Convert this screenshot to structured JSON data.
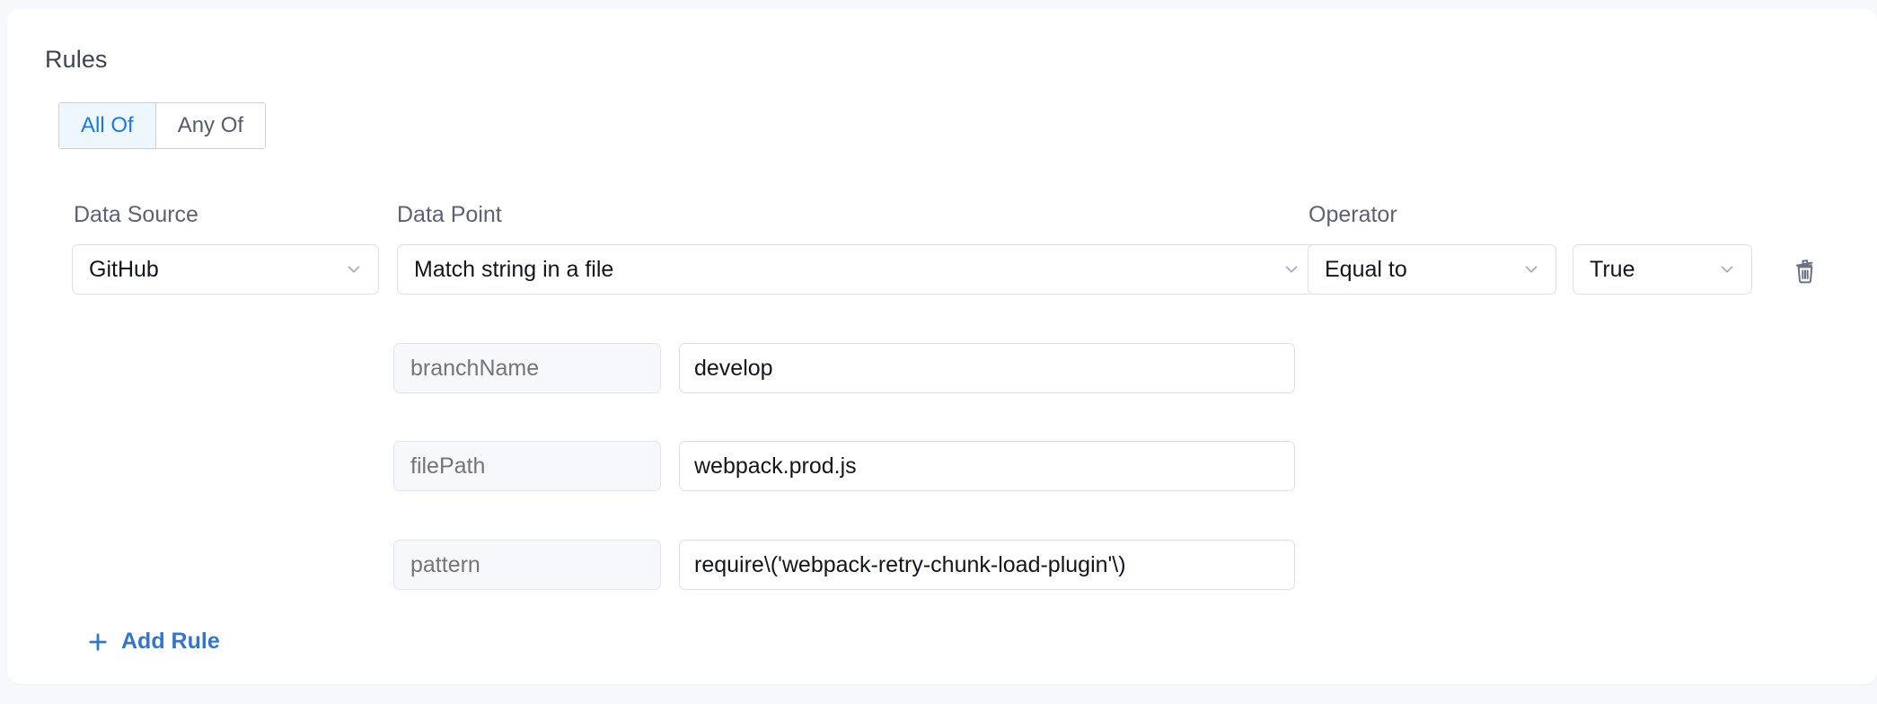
{
  "section": {
    "title": "Rules",
    "match_mode": {
      "options": [
        {
          "label": "All Of",
          "active": true
        },
        {
          "label": "Any Of",
          "active": false
        }
      ]
    },
    "column_labels": {
      "data_source": "Data Source",
      "data_point": "Data Point",
      "operator": "Operator"
    },
    "rule": {
      "data_source": "GitHub",
      "data_point": "Match string in a file",
      "operator": "Equal to",
      "value": "True",
      "delete_icon": "trash-icon",
      "parameters": [
        {
          "key_placeholder": "branchName",
          "value": "develop"
        },
        {
          "key_placeholder": "filePath",
          "value": "webpack.prod.js"
        },
        {
          "key_placeholder": "pattern",
          "value": "require\\('webpack-retry-chunk-load-plugin'\\)"
        }
      ]
    },
    "add_rule": {
      "label": "Add Rule",
      "icon": "plus-icon"
    },
    "dropdown_icon": "chevron-down-icon"
  },
  "colors": {
    "accent": "#1878e8",
    "link": "#3275cd",
    "active_tab_bg": "#eef7fe",
    "label_text": "#5c6178",
    "border": "#dcdfea",
    "page_bg": "#f7f8fc"
  }
}
